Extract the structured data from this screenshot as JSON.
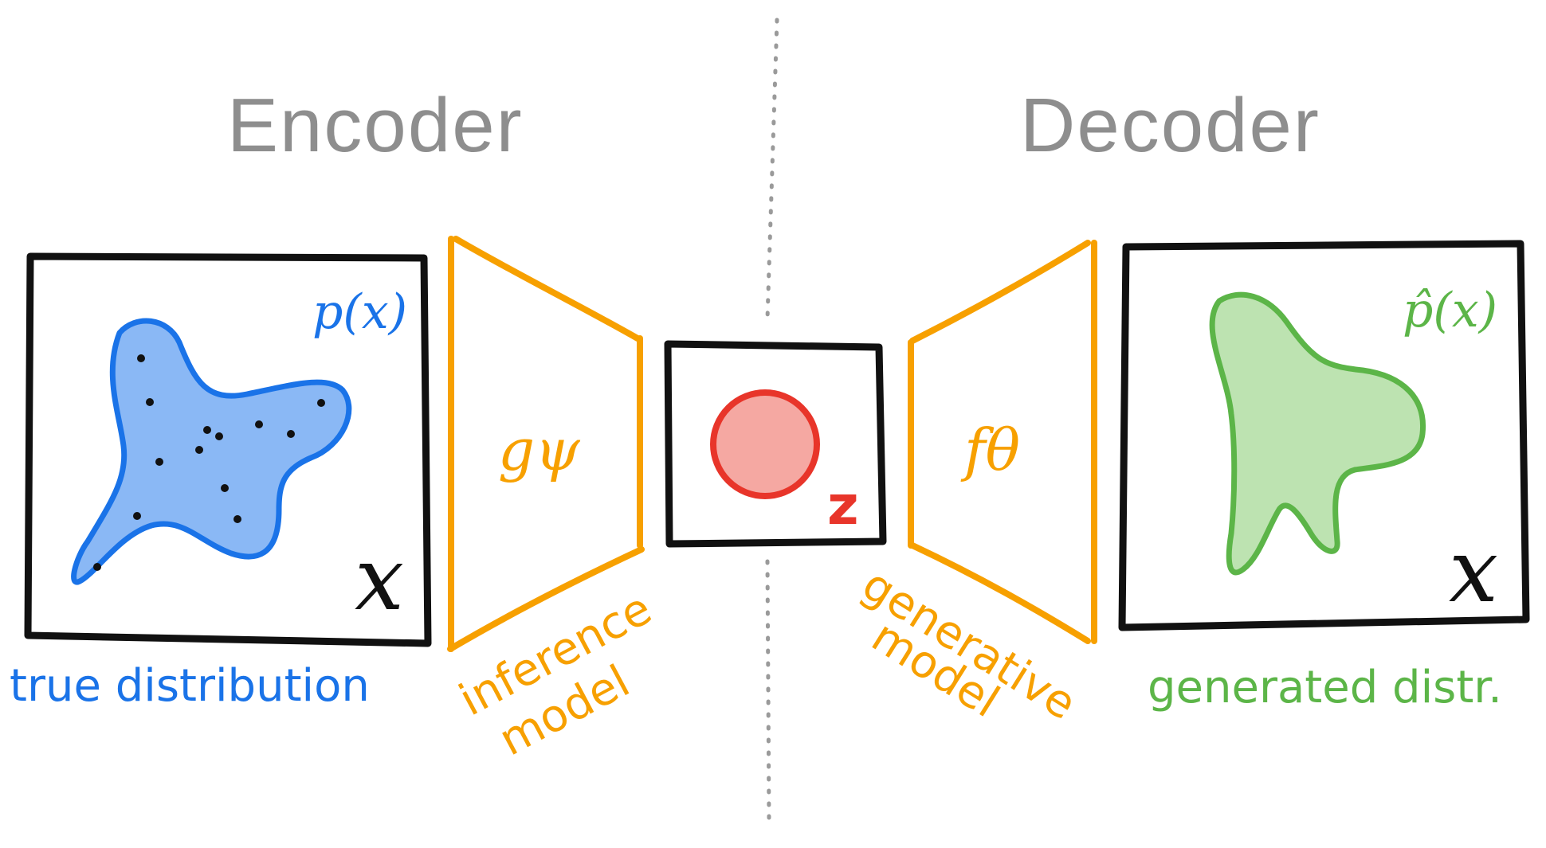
{
  "titles": {
    "encoder": "Encoder",
    "decoder": "Decoder"
  },
  "input_space": {
    "space_label": "x",
    "distribution_label": "p(x)",
    "caption": "true distribution"
  },
  "encoder_net": {
    "function_label": "gψ",
    "caption_line1": "inference",
    "caption_line2": "model"
  },
  "latent": {
    "label": "z"
  },
  "decoder_net": {
    "function_label": "fθ",
    "caption_line1": "generative",
    "caption_line2": "model"
  },
  "output_space": {
    "space_label": "x",
    "distribution_label": "p̂(x)",
    "caption": "generated distr."
  },
  "colors": {
    "title_gray": "#8e8e8e",
    "frame_black": "#111111",
    "blue_stroke": "#1a73e8",
    "blue_fill": "#8ab8f5",
    "orange": "#f7a000",
    "red_stroke": "#e8352a",
    "red_fill": "#f5a8a2",
    "green_stroke": "#5cb548",
    "green_fill": "#bde3b1",
    "divider_gray": "#9a9a9a"
  }
}
